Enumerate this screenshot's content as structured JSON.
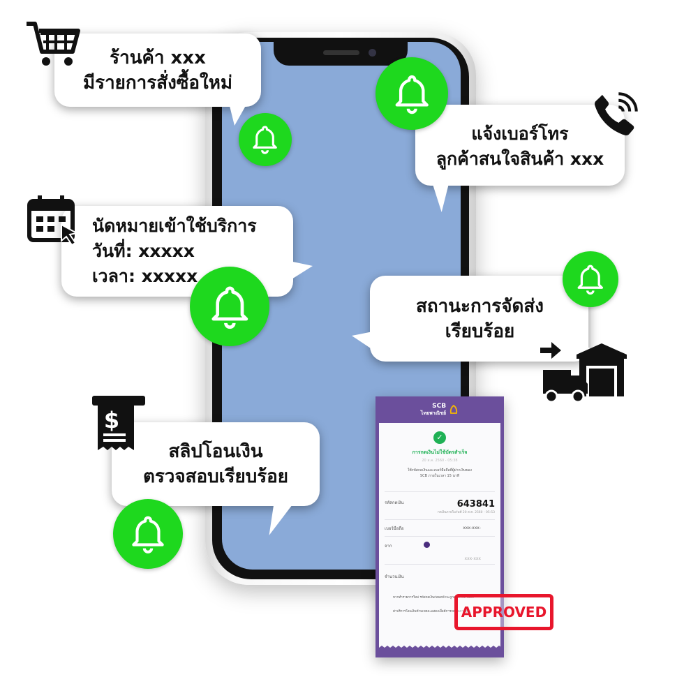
{
  "notifications": [
    {
      "lines": [
        "ร้านค้า xxx",
        "มีรายการสั่งซื้อใหม่"
      ],
      "icon": "shopping-cart-icon"
    },
    {
      "lines": [
        "แจ้งเบอร์โทร",
        "ลูกค้าสนใจสินค้า xxx"
      ],
      "icon": "phone-call-icon"
    },
    {
      "lines": [
        "นัดหมายเข้าใช้บริการ",
        "วันที่: xxxxx",
        "เวลา: xxxxx"
      ],
      "icon": "calendar-icon"
    },
    {
      "lines": [
        "สถานะการจัดส่ง",
        "เรียบร้อย"
      ],
      "icon": "delivery-truck-icon"
    },
    {
      "lines": [
        "สลิปโอนเงิน",
        "ตรวจสอบเรียบร้อย"
      ],
      "icon": "receipt-icon"
    }
  ],
  "colors": {
    "bell": "#1ed81e",
    "screen": "#8aaad8",
    "slip": "#6b4f9c",
    "stamp": "#e8162c"
  },
  "slip": {
    "bank_name": "SCB",
    "bank_name_th": "ไทยพาณิชย์",
    "status": "การกดเงินไม่ใช้บัตรสำเร็จ",
    "date": "20 ส.ค. 2560 - 05:38",
    "note": "ใช้รหัสกดเงินและเบอร์มือถือที่ผู้ฝากเงินของ SCB ภายในเวลา 15 นาที",
    "code_label": "รหัสกดเงิน",
    "code": "643841",
    "expiry": "กดเงินภายในวันที่ 20 ส.ค. 2560 - 05:53",
    "mobile_label": "เบอร์มือถือ",
    "mobile": "xxx-xxx-",
    "from_label": "จาก",
    "from_account": "xxx-xxx",
    "amount_label": "จำนวนเงิน",
    "footer1": "หากทำรายการใหม่ รหัสกดเงินก่อนหน้าจะถูกยกเลิกอัตโนมัติ",
    "footer2": "ค่าบริการโอนเงินข้ามเขตจะแสดงเมื่อมีการกดเงินจากตู้ฯ",
    "stamp": "APPROVED"
  }
}
